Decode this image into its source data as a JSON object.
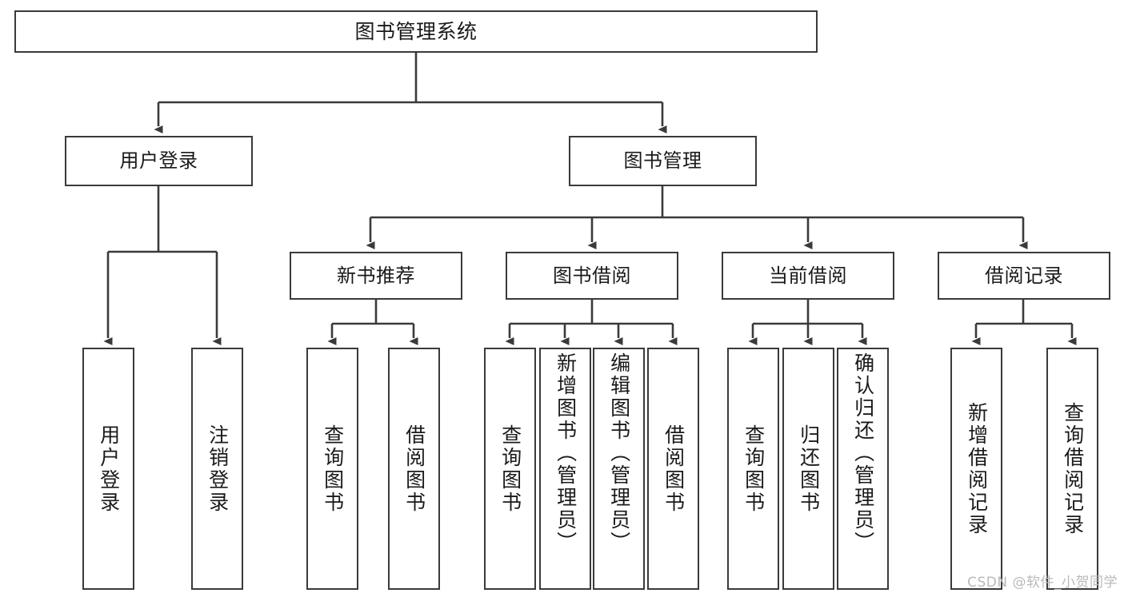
{
  "diagram": {
    "title": "图书管理系统",
    "type": "tree-hierarchy-chart",
    "background_color": "#ffffff",
    "line_color": "#3a3a3a",
    "text_color": "#1a1a1a",
    "root": {
      "label": "图书管理系统"
    },
    "level2": [
      {
        "label": "用户登录"
      },
      {
        "label": "图书管理"
      }
    ],
    "level3": [
      {
        "label": "新书推荐"
      },
      {
        "label": "图书借阅"
      },
      {
        "label": "当前借阅"
      },
      {
        "label": "借阅记录"
      }
    ],
    "leaves": {
      "user_login": [
        {
          "label": "用户登录"
        },
        {
          "label": "注销登录"
        }
      ],
      "new_book_recommend": [
        {
          "label": "查询图书"
        },
        {
          "label": "借阅图书"
        }
      ],
      "book_borrow": [
        {
          "label": "查询图书"
        },
        {
          "label": "新增图书（管理员）"
        },
        {
          "label": "编辑图书（管理员）"
        },
        {
          "label": "借阅图书"
        }
      ],
      "current_borrow": [
        {
          "label": "查询图书"
        },
        {
          "label": "归还图书"
        },
        {
          "label": "确认归还（管理员）"
        }
      ],
      "borrow_record": [
        {
          "label": "新增借阅记录"
        },
        {
          "label": "查询借阅记录"
        }
      ]
    }
  },
  "watermark": {
    "text": "CSDN @软件_小贺同学"
  }
}
